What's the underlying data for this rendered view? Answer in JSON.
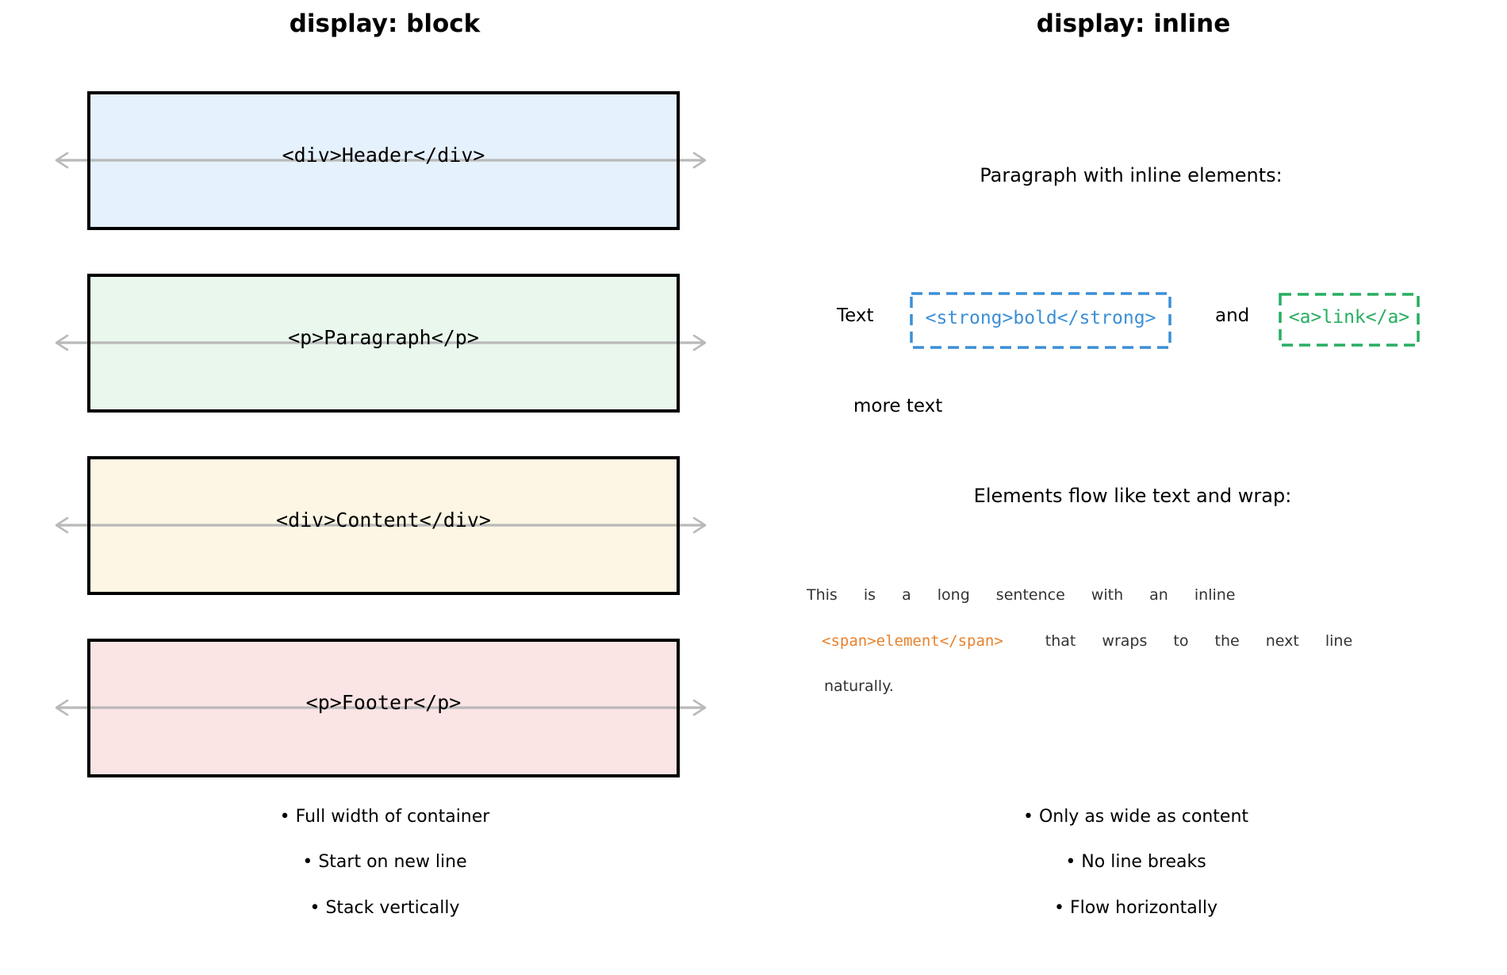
{
  "left_panel": {
    "title": "display: block",
    "boxes": [
      {
        "name": "header",
        "label": "<div>Header</div>",
        "fill": "#E5F1FC"
      },
      {
        "name": "paragraph",
        "label": "<p>Paragraph</p>",
        "fill": "#E9F7EC"
      },
      {
        "name": "content",
        "label": "<div>Content</div>",
        "fill": "#FDF6E4"
      },
      {
        "name": "footer",
        "label": "<p>Footer</p>",
        "fill": "#FBE4E4"
      }
    ],
    "bullets": [
      "• Full width of container",
      "• Start on new line",
      "• Stack vertically"
    ]
  },
  "right_panel": {
    "title": "display: inline",
    "paragraph_heading": "Paragraph with inline elements:",
    "inline_row": {
      "text_before": "Text",
      "strong_code": "<strong>bold</strong>",
      "conjunction": "and",
      "link_code": "<a>link</a>"
    },
    "more_text": "more text",
    "wrap_heading": "Elements flow like text and wrap:",
    "wrap_sentence": {
      "line1": "This is a long sentence with an inline",
      "line2_code": "<span>element</span>",
      "line2_rest": "that wraps to the next line",
      "line3": "naturally."
    },
    "bullets": [
      "• Only as wide as content",
      "• No line breaks",
      "• Flow horizontally"
    ]
  },
  "colors": {
    "blue_accent": "#3B8FD6",
    "green_accent": "#27AE60",
    "orange_accent": "#E8822D",
    "arrow_gray": "#B9B9B9",
    "box_border": "#000000"
  }
}
